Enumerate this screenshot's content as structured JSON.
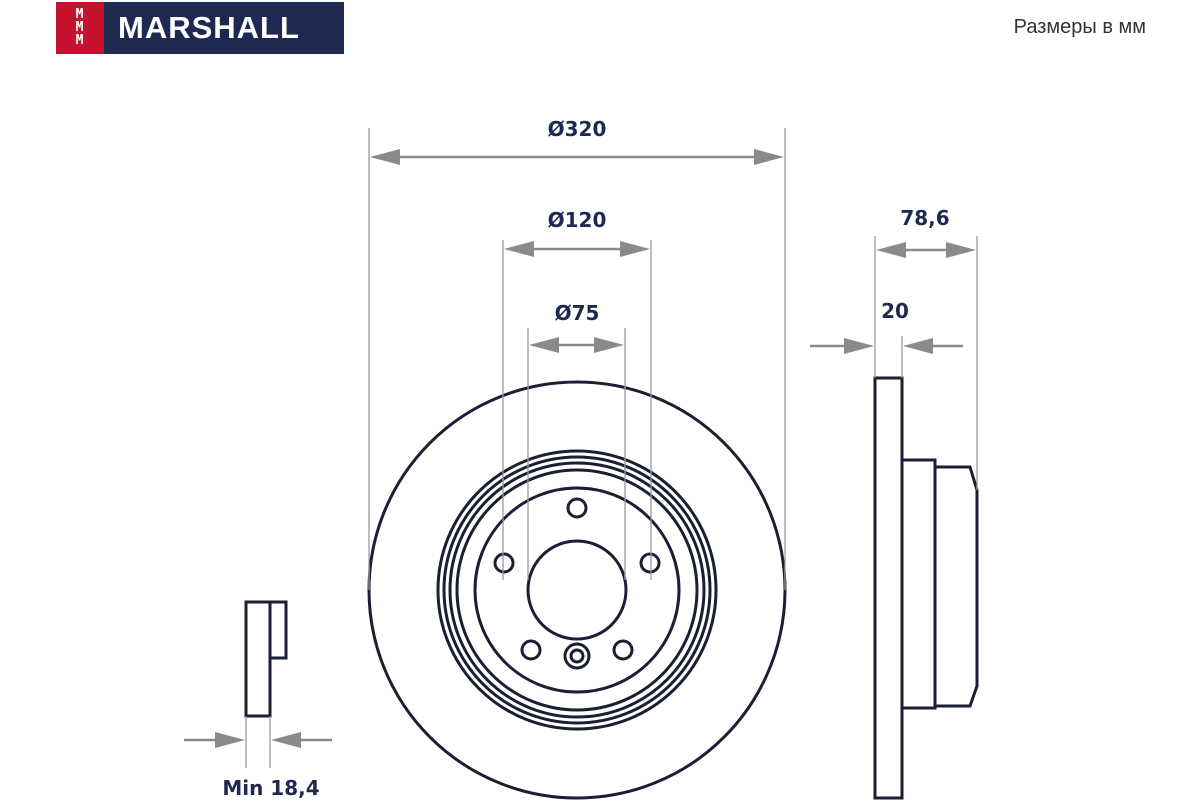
{
  "brand": {
    "mark_rows": [
      "M",
      "M",
      "M"
    ],
    "name": "MARSHALL"
  },
  "units_label": "Размеры в мм",
  "dimensions": {
    "outer_diameter": "Ø320",
    "bolt_circle": "Ø120",
    "center_bore": "Ø75",
    "overall_height": "78,6",
    "disc_thickness": "20",
    "min_thickness": "Min 18,4"
  },
  "colors": {
    "brand_navy": "#1d2951",
    "brand_red": "#c4122f",
    "outline": "#1a1f33",
    "arrow": "#8a8a8a"
  }
}
